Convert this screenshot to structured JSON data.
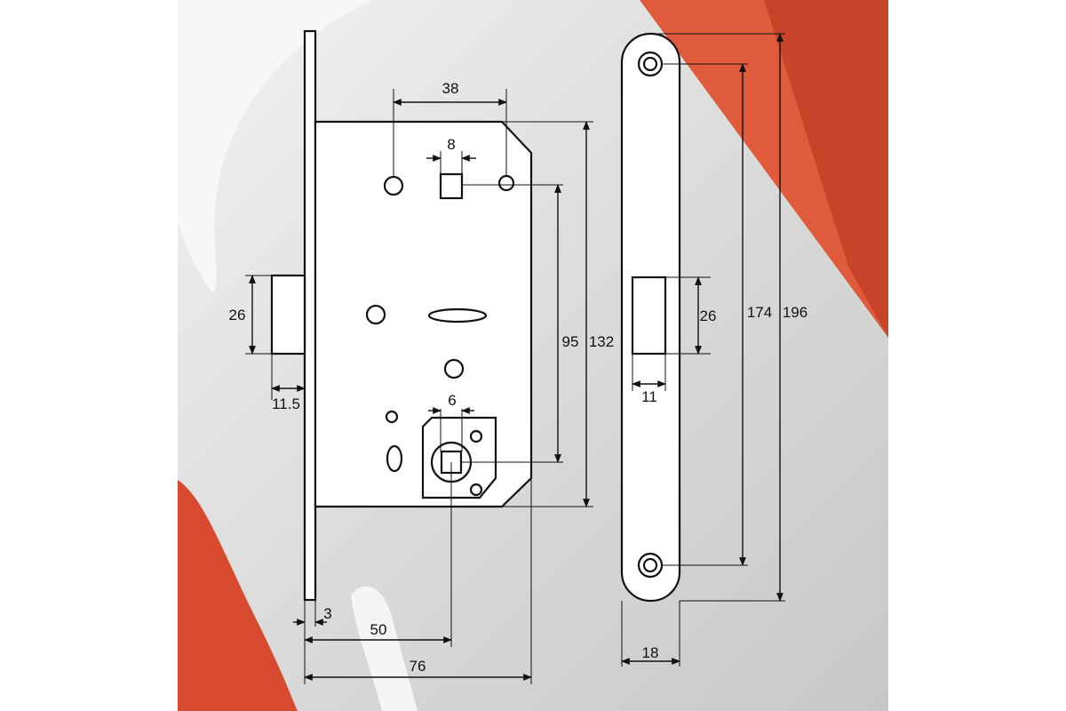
{
  "colors": {
    "panel_light": "#f2f2f2",
    "panel_mid": "#cfcfcf",
    "accent_red": "#e05a3c",
    "accent_dark_red": "#b8361f",
    "line": "#111111"
  },
  "dimensions": {
    "spindle_hole_spacing": "38",
    "upper_square": "8",
    "latch_height": "26",
    "latch_projection": "11.5",
    "cylinder_square": "6",
    "handle_to_cylinder": "95",
    "case_height": "132",
    "faceplate_thickness": "3",
    "backset": "50",
    "case_depth": "76",
    "strike_opening_height": "26",
    "strike_opening_width": "11",
    "strike_hole_spacing": "174",
    "strike_length": "196",
    "strike_width": "18"
  }
}
